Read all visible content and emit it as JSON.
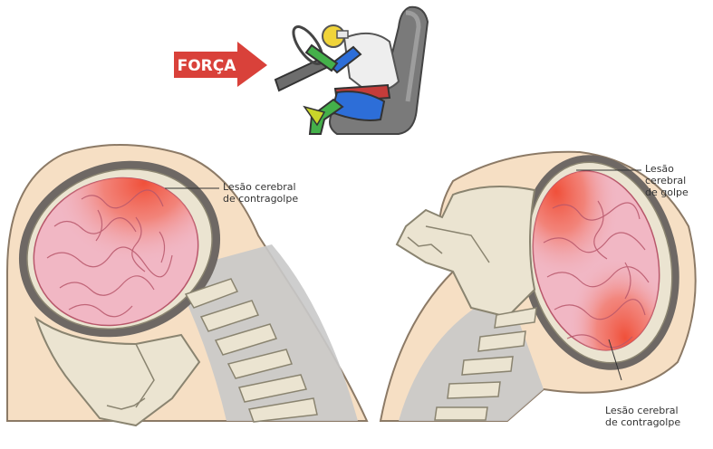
{
  "force_label": "FORÇA",
  "labels": {
    "left_contrecoup": [
      "Lesão cerebral",
      "de contragolpe"
    ],
    "right_coup": [
      "Lesão cerebral",
      "de golpe"
    ],
    "right_contrecoup": [
      "Lesão cerebral",
      "de contragolpe"
    ]
  },
  "colors": {
    "arrow": "#d9413a",
    "brain": "#f1b7c4",
    "brain_folds": "#b8576b",
    "injury": "#f0503a",
    "bone": "#ebe4d1",
    "bone_outline": "#8a8470",
    "skin": "#f6dfc4",
    "skin_outline": "#8c7a66",
    "cavity": "#6e6864",
    "tissue": "#c9c9c9"
  }
}
